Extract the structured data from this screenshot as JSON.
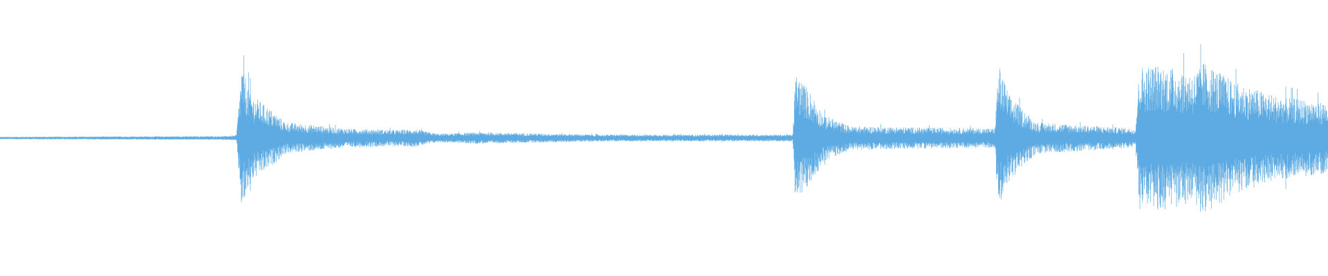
{
  "waveform": {
    "color": "#5dabe2",
    "background": "#ffffff",
    "amplitude_envelope": [
      [
        0.0,
        0.01
      ],
      [
        0.17,
        0.02
      ],
      [
        0.178,
        0.03
      ],
      [
        0.182,
        0.93
      ],
      [
        0.19,
        0.55
      ],
      [
        0.2,
        0.42
      ],
      [
        0.215,
        0.2
      ],
      [
        0.26,
        0.12
      ],
      [
        0.3,
        0.1
      ],
      [
        0.312,
        0.11
      ],
      [
        0.33,
        0.05
      ],
      [
        0.36,
        0.07
      ],
      [
        0.45,
        0.04
      ],
      [
        0.597,
        0.04
      ],
      [
        0.599,
        0.85
      ],
      [
        0.61,
        0.6
      ],
      [
        0.62,
        0.3
      ],
      [
        0.64,
        0.15
      ],
      [
        0.7,
        0.13
      ],
      [
        0.749,
        0.12
      ],
      [
        0.752,
        0.95
      ],
      [
        0.76,
        0.55
      ],
      [
        0.78,
        0.2
      ],
      [
        0.855,
        0.12
      ],
      [
        0.858,
        0.92
      ],
      [
        0.87,
        0.95
      ],
      [
        0.9,
        0.85
      ],
      [
        0.905,
        1.0
      ],
      [
        0.93,
        0.72
      ],
      [
        0.96,
        0.55
      ],
      [
        1.0,
        0.45
      ]
    ]
  }
}
